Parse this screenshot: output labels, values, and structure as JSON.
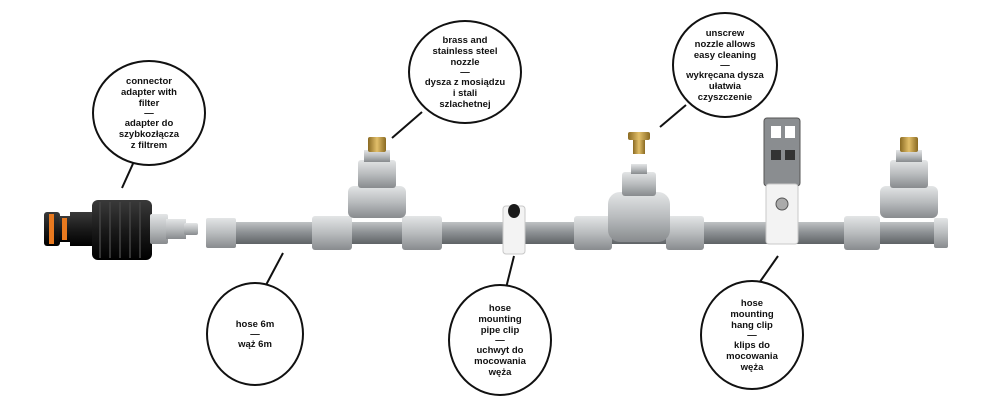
{
  "callouts": {
    "connector": {
      "en": [
        "connector",
        "adapter with",
        "filter"
      ],
      "sep": "—",
      "pl": [
        "adapter do",
        "szybkozłącza",
        "z filtrem"
      ]
    },
    "nozzle": {
      "en": [
        "brass and",
        "stainless steel",
        "nozzle"
      ],
      "sep": "—",
      "pl": [
        "dysza z mosiądzu",
        "i stali",
        "szlachetnej"
      ]
    },
    "unscrew": {
      "en": [
        "unscrew",
        "nozzle allows",
        "easy cleaning"
      ],
      "sep": "—",
      "pl": [
        "wykręcana dysza",
        "ułatwia",
        "czyszczenie"
      ]
    },
    "hose": {
      "en": [
        "hose 6m"
      ],
      "sep": "—",
      "pl": [
        "wąż 6m"
      ]
    },
    "pipe_clip": {
      "en": [
        "hose",
        "mounting",
        "pipe clip"
      ],
      "sep": "—",
      "pl": [
        "uchwyt do",
        "mocowania",
        "węża"
      ]
    },
    "hang_clip": {
      "en": [
        "hose",
        "mounting",
        "hang clip"
      ],
      "sep": "—",
      "pl": [
        "klips do",
        "mocowania",
        "węża"
      ]
    }
  },
  "colors": {
    "pipe": "#8f9396",
    "fitting": "#b9bcbe",
    "connector_black": "#1a1a1a",
    "connector_orange": "#e8791f",
    "brass": "#c9a04a",
    "outline": "#111111"
  }
}
